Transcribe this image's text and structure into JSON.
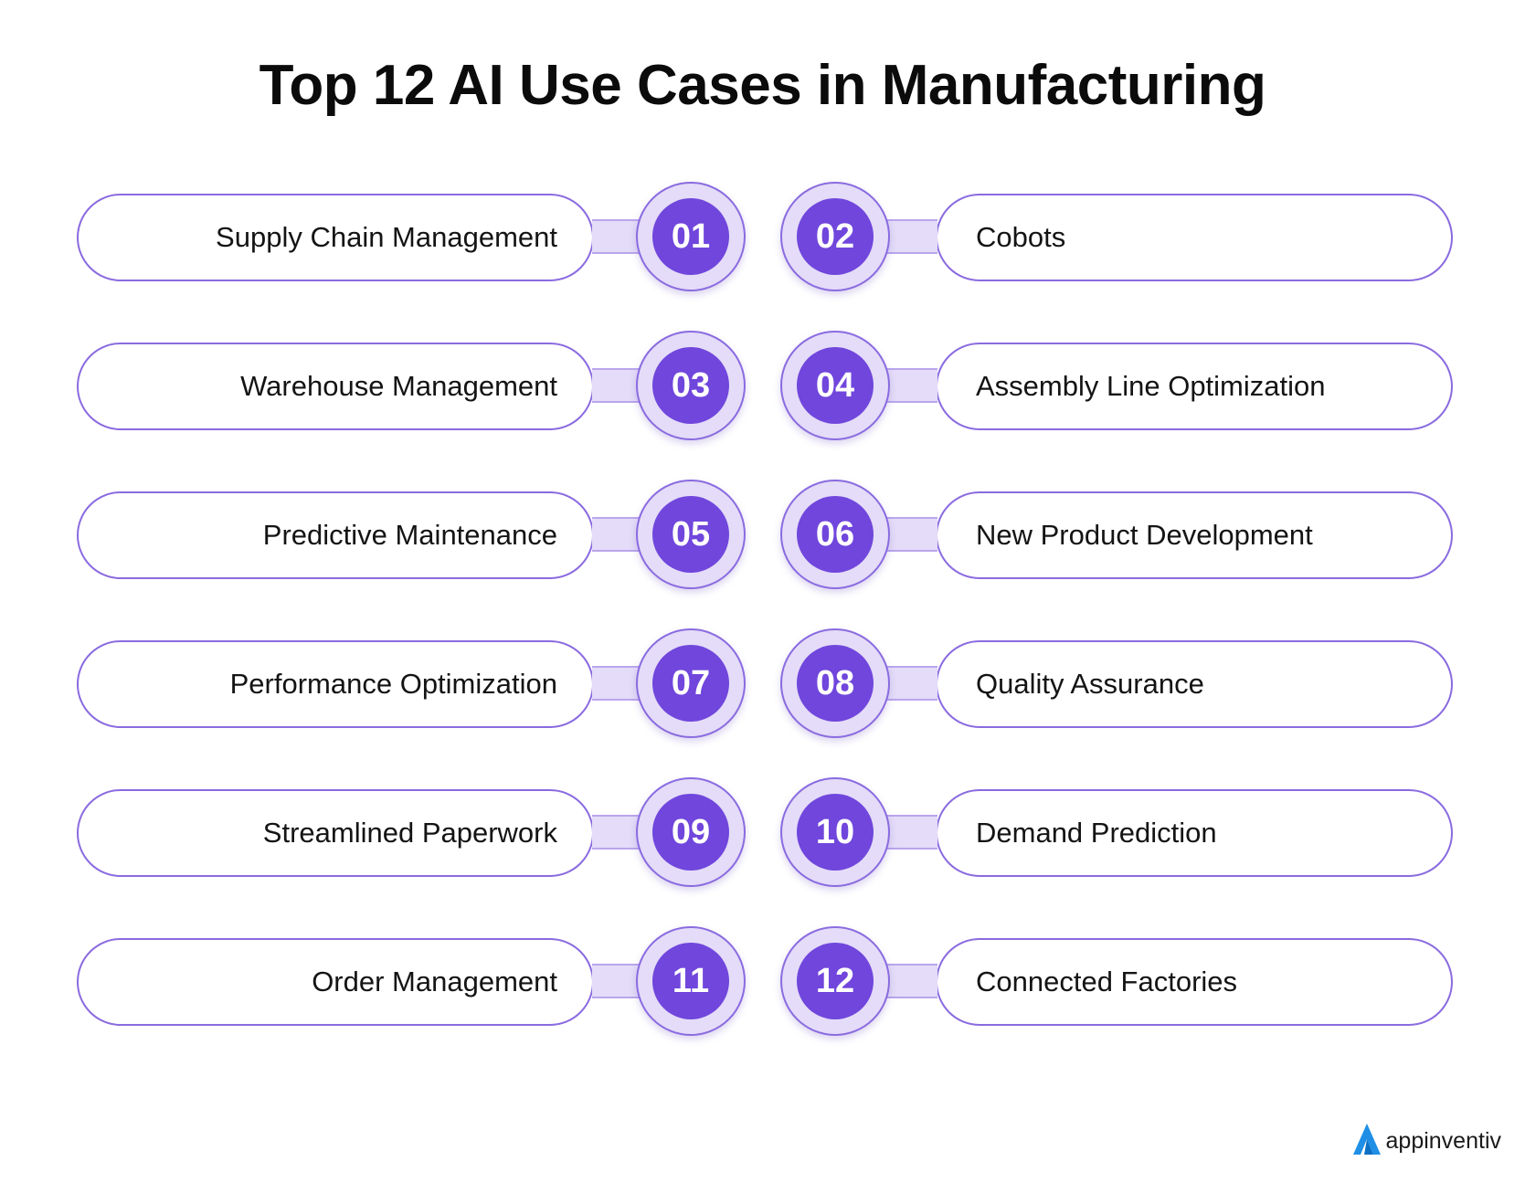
{
  "title": "Top 12 AI Use Cases in Manufacturing",
  "items": [
    {
      "number": "01",
      "label": "Supply Chain Management"
    },
    {
      "number": "02",
      "label": "Cobots"
    },
    {
      "number": "03",
      "label": "Warehouse Management"
    },
    {
      "number": "04",
      "label": "Assembly Line Optimization"
    },
    {
      "number": "05",
      "label": "Predictive Maintenance"
    },
    {
      "number": "06",
      "label": "New Product Development"
    },
    {
      "number": "07",
      "label": "Performance Optimization"
    },
    {
      "number": "08",
      "label": "Quality Assurance"
    },
    {
      "number": "09",
      "label": "Streamlined Paperwork"
    },
    {
      "number": "10",
      "label": "Demand Prediction"
    },
    {
      "number": "11",
      "label": "Order Management"
    },
    {
      "number": "12",
      "label": "Connected Factories"
    }
  ],
  "brand": {
    "name": "appinventiv",
    "icon": "appinventiv-logo-icon"
  },
  "colors": {
    "accent": "#7046dc",
    "outline": "#8a6be0",
    "light": "#e4dcf8",
    "logo": "#1f8fe6"
  }
}
